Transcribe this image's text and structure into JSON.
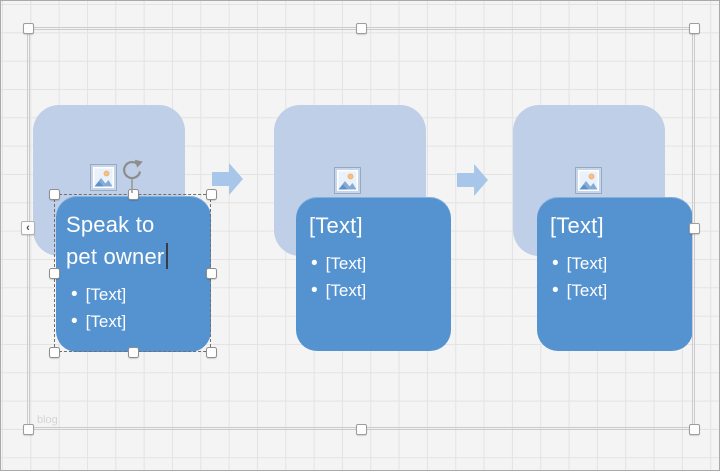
{
  "ui": {
    "bullet_char": "•",
    "text_pane_toggle_icon": "‹",
    "faint_text": "blog"
  },
  "colors": {
    "node_fill": "#5593d0",
    "node_back_fill": "#bfcfe7",
    "arrow_fill": "#a8c6e9",
    "canvas_bg": "#f4f4f4",
    "grid_line": "#e3e3e3",
    "selection_line": "#cbcbcb",
    "node_text": "#ffffff"
  },
  "diagram": {
    "type": "smartart-picture-accent-process",
    "nodes": [
      {
        "title": "Speak to pet owner",
        "bullets": [
          "[Text]",
          "[Text]"
        ],
        "selected": true,
        "editing": true
      },
      {
        "title": "[Text]",
        "bullets": [
          "[Text]",
          "[Text]"
        ],
        "selected": false,
        "editing": false
      },
      {
        "title": "[Text]",
        "bullets": [
          "[Text]",
          "[Text]"
        ],
        "selected": false,
        "editing": false
      }
    ]
  }
}
